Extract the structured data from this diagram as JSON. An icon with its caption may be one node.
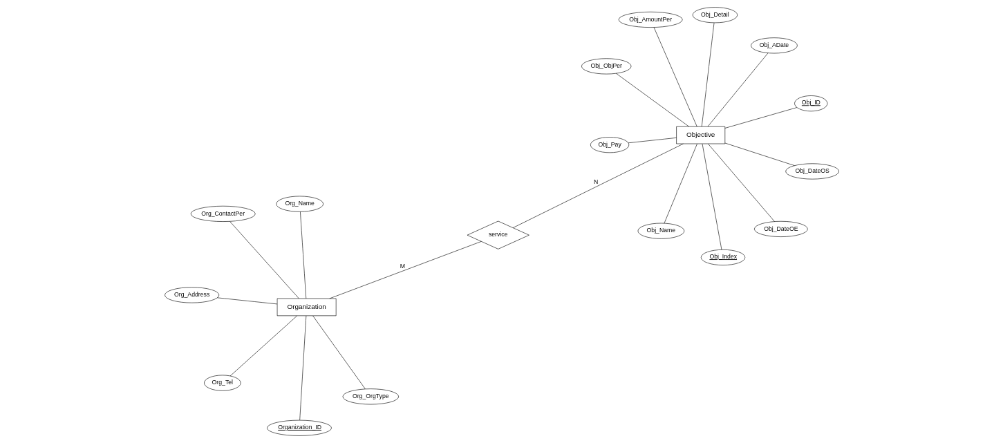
{
  "diagram": {
    "nodes": [
      {
        "text": [
          "Organization"
        ]
      },
      {
        "text": [
          "Org_OrgType"
        ]
      },
      {
        "text": [
          "Organization_ID"
        ]
      },
      {
        "text": [
          "Org_ContactPer"
        ]
      },
      {
        "text": [
          "Org_Name"
        ]
      },
      {
        "text": [
          "Org_Address"
        ]
      },
      {
        "text": [
          "Org_Tel"
        ]
      },
      {
        "text": [
          "service"
        ]
      },
      {
        "text": [
          "Objective"
        ]
      },
      {
        "text": [
          "Obj_Index"
        ]
      },
      {
        "text": [
          "Obj_Name"
        ]
      },
      {
        "text": [
          "Obj_Pay"
        ]
      },
      {
        "text": [
          "Obj_ID"
        ]
      },
      {
        "text": [
          "Obj_ADate"
        ]
      },
      {
        "text": [
          "Obj_Detail"
        ]
      },
      {
        "text": [
          "Obj_DateOS"
        ]
      },
      {
        "text": [
          "Obj_DateOE"
        ]
      },
      {
        "text": [
          "Obj_AmountPer"
        ]
      },
      {
        "text": [
          "Obj_ObjPer"
        ]
      }
    ],
    "edges": [
      {
        "from": 1,
        "to": 0,
        "arrow": "none"
      },
      {
        "from": 2,
        "to": 0,
        "arrow": "none"
      },
      {
        "from": 3,
        "to": 0,
        "arrow": "none"
      },
      {
        "from": 4,
        "to": 0,
        "arrow": "none"
      },
      {
        "from": 5,
        "to": 0,
        "arrow": "none"
      },
      {
        "from": 6,
        "to": 0,
        "arrow": "none"
      },
      {
        "from": 0,
        "to": 7,
        "arrow": "none",
        "label": "M"
      },
      {
        "from": 7,
        "to": 8,
        "arrow": "none",
        "label": "N"
      },
      {
        "from": 9,
        "to": 8,
        "arrow": "none"
      },
      {
        "from": 10,
        "to": 8,
        "arrow": "none"
      },
      {
        "from": 11,
        "to": 8,
        "arrow": "none"
      },
      {
        "from": 12,
        "to": 8,
        "arrow": "none"
      },
      {
        "from": 13,
        "to": 8,
        "arrow": "none"
      },
      {
        "from": 14,
        "to": 8,
        "arrow": "none"
      },
      {
        "from": 15,
        "to": 8,
        "arrow": "none"
      },
      {
        "from": 16,
        "to": 8,
        "arrow": "none"
      },
      {
        "from": 17,
        "to": 8,
        "arrow": "none"
      },
      {
        "from": 18,
        "to": 8,
        "arrow": "none"
      }
    ]
  }
}
